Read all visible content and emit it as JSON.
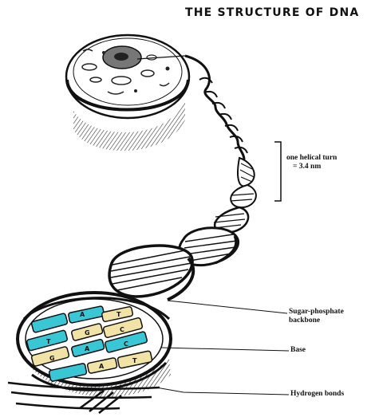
{
  "title": "THE STRUCTURE OF DNA",
  "labels": {
    "helical_turn": [
      "one helical turn",
      "= 3.4 nm"
    ],
    "backbone": [
      "Sugar-phosphate",
      "backbone"
    ],
    "base": "Base",
    "hydrogen_bonds": "Hydrogen bonds"
  },
  "base_letters": [
    "A",
    "T",
    "G",
    "C",
    "T",
    "A",
    "C",
    "G",
    "A",
    "T"
  ],
  "colors": {
    "ink": "#111111",
    "cyan_base": "#39c7d6",
    "cream_base": "#f1e3a6",
    "paper": "#ffffff"
  }
}
